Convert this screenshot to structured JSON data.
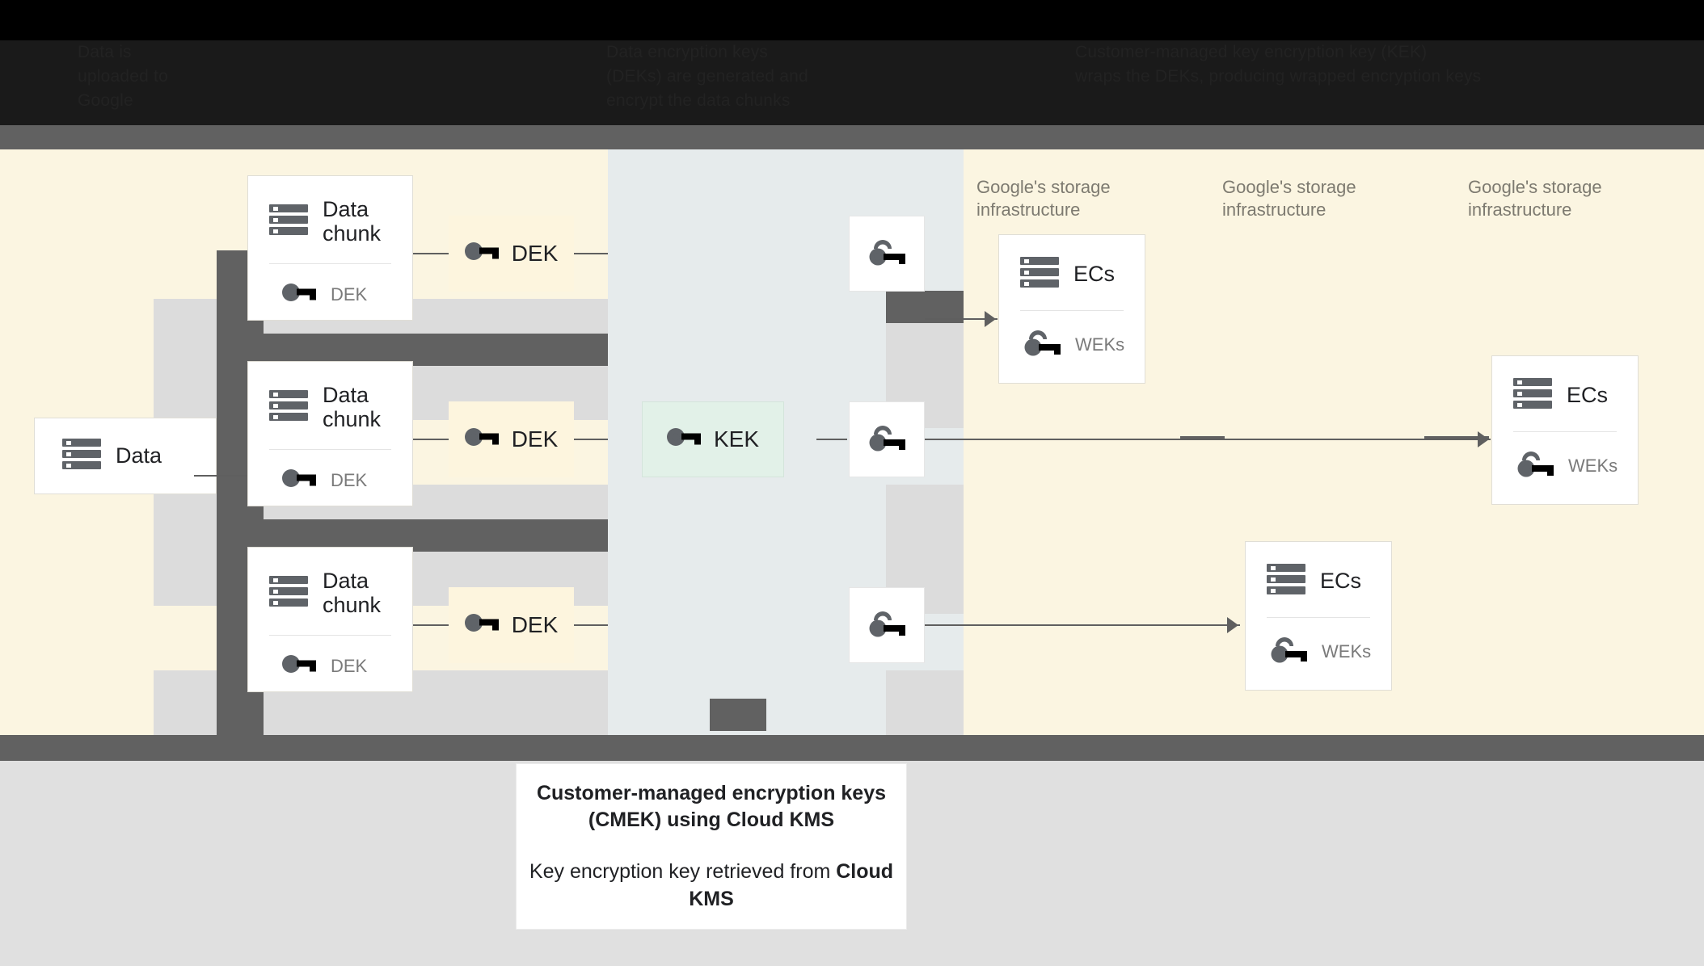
{
  "header": {
    "columns": [
      {
        "id": "upload",
        "text": "Data is\nuploaded to\nGoogle"
      },
      {
        "id": "dek",
        "text": "Data encryption keys\n(DEKs) are generated and\nencrypt the data chunks"
      },
      {
        "id": "kek",
        "text": "Customer-managed key encryption key (KEK)\nwraps the DEKs, producing wrapped encryption keys"
      }
    ]
  },
  "diagram": {
    "source": {
      "label": "Data",
      "icon": "storage-icon"
    },
    "chunks": [
      {
        "title": "Data\nchunk",
        "sub": "DEK",
        "icon": "storage-icon",
        "sub_icon": "key-icon"
      },
      {
        "title": "Data\nchunk",
        "sub": "DEK",
        "icon": "storage-icon",
        "sub_icon": "key-icon"
      },
      {
        "title": "Data\nchunk",
        "sub": "DEK",
        "icon": "storage-icon",
        "sub_icon": "key-icon"
      }
    ],
    "dek_boxes": [
      {
        "label": "DEK",
        "icon": "key-icon"
      },
      {
        "label": "DEK",
        "icon": "key-icon"
      },
      {
        "label": "DEK",
        "icon": "key-icon"
      }
    ],
    "kek_box": {
      "label": "KEK",
      "icon": "key-icon"
    },
    "wrapped_keys": [
      {
        "icon": "wrapped-key-icon"
      },
      {
        "icon": "wrapped-key-icon"
      },
      {
        "icon": "wrapped-key-icon"
      }
    ],
    "storage_labels": [
      "Google's storage\ninfrastructure",
      "Google's storage\ninfrastructure",
      "Google's storage\ninfrastructure"
    ],
    "ec_cards": [
      {
        "title": "ECs",
        "sub": "WEKs",
        "icon": "storage-icon",
        "sub_icon": "wrapped-key-icon"
      },
      {
        "title": "ECs",
        "sub": "WEKs",
        "icon": "storage-icon",
        "sub_icon": "wrapped-key-icon"
      },
      {
        "title": "ECs",
        "sub": "WEKs",
        "icon": "storage-icon",
        "sub_icon": "wrapped-key-icon"
      }
    ]
  },
  "caption": {
    "line1": "Customer-managed encryption keys (CMEK) using Cloud KMS",
    "line2_prefix": "Key encryption key retrieved from ",
    "line2_strong": "Cloud KMS"
  },
  "colors": {
    "header_bg": "#000000",
    "gray_bar": "#616161",
    "canvas_cream": "#FBF5E1",
    "mid_column": "#E6EBEC",
    "band_gray": "#DCDCDC",
    "dek_fill": "#FDF5DE",
    "kek_fill": "#E2F1E8",
    "icon_gray": "#5F6368",
    "bottom_bg": "#E0E0E0"
  }
}
